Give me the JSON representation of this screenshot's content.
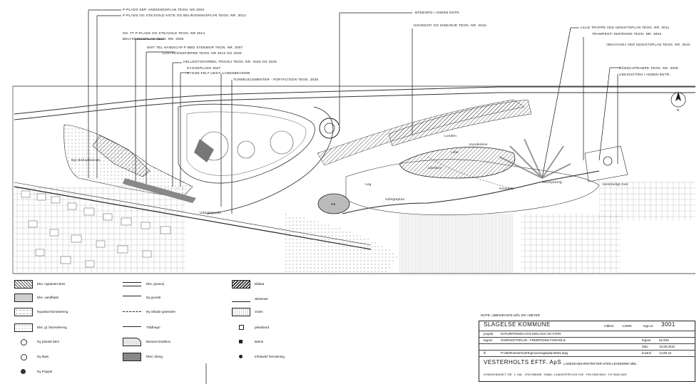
{
  "annotations": {
    "a1": "P-PLADS SEP. ANDNINGSPLAN TEGN. NR 3004",
    "a2": "P-PLADS OG STEJVOLD KOTE OG BELÆGNINGSPLAN TEGN. NR. 3012",
    "a3": "SN. TT P-PLADS OG STEJVOLD TEGN. NR 3014",
    "a4": "BELYSNINGSPLAN TEGN. NR. 3005",
    "a5": "SNIT TEL HANDICAP-P MED STENMUR TEGN. NR. 3007",
    "a6": "LASTVOGNSPÆRRE TEGN. NR 3012 OG 3030",
    "a7": "HELLESTISFORBEL TRSVEJ TEGN. NR. 3026 OG 3026",
    "a8": "SYGOEPLADS SNIT",
    "a9": "SYGOE-FELT UDST. LANDSBEVINNE",
    "a10": "TUNNELELEMENTER - PORTALTEGN TEGN. 3035",
    "a11": "BÅDESRO I ANDEN ENTR.",
    "a12": "HOVEDSTI OG SIDEVEJE TEGN. NR. 3015",
    "a13": "LILLE TRAPPE VED UDSIGTSPLAN TEGN. NR. 3011",
    "a14": "TRAMPESTI SKRÅNING TEGN. NR. 3003",
    "a15": "INNAYHVEJ VED UDSIGTSPLAN TEGN. NR. 3010",
    "a16": "HÅNDCAPRAMPE TEGN. NR. 3008",
    "a17": "UDKIGSTÅRN I ANDEN ENTR."
  },
  "plan_labels": {
    "p1": "Nyt Beboelsesom.",
    "p2": "Udsigtspunkt",
    "p3": "Sø",
    "p4": "Leg",
    "p5": "Hovedsti",
    "p6": "Udsigtsplan",
    "p7": "Hundeskov",
    "p8": "Lillie",
    "p9": "Løvskov",
    "p10": "Skovlysning",
    "p11": "Lunden",
    "p12": "Hemmeligt Hus",
    "p13": "N"
  },
  "legend": [
    {
      "label": "Eks. nyplantet skov"
    },
    {
      "label": "Eks. vandflade"
    },
    {
      "label": "Nyudsat blomstereng"
    },
    {
      "label": "Eks. gl. blomstereng"
    },
    {
      "label": "Ny plantet bøm"
    },
    {
      "label": "Ny Bøm"
    },
    {
      "label": "Ny Poppel"
    },
    {
      "label": "Eks. grusvej"
    },
    {
      "label": "Ny grussti"
    },
    {
      "label": "Ny afsatte græsstier"
    },
    {
      "label": "Trådhegn"
    },
    {
      "label": "Bevaret kratskov"
    },
    {
      "label": "Eksl. dreng"
    },
    {
      "label": "Bådsø"
    },
    {
      "label": "Skrænter"
    },
    {
      "label": "Græs"
    },
    {
      "label": "pleasbord"
    },
    {
      "label": "Bænk"
    },
    {
      "label": "Infotavle/ henvisning"
    }
  ],
  "title_block": {
    "note": "NOTE: UBENÆVNTE MÅL ER I METER",
    "client": "SLAGELSE KOMMUNE",
    "scale_label": "målest.",
    "scale": "1:2000",
    "drawing_no_label": "tegn.nr.",
    "drawing_no": "3001",
    "project_label": "projekt",
    "project": "NATURPARKEN AGS INDLAGS OG KTER",
    "title_label": "tegnet",
    "title": "OVERSIGTSPLAN - FREMTIDIGE FORHOLD",
    "drawn_label": "tegnet",
    "drawn": "KL/GM",
    "date_label": "dato",
    "date": "15.09.2010",
    "checked_label": "kontrol",
    "checked": "14.09.10",
    "file_label": "fil",
    "file": "P:\\3000\\Vesterholt\\Tegn\\oversigtsplan\\3001.dwg",
    "firm": "VESTERHOLTS EFTF. ApS",
    "firm_desc": "LANDSKABSARKITEKTER-STEN LEHNSDRE MDL",
    "address": "KONGEVÆNGET 72B · 1. SAL · 3700 RØNNE · EMAIL: LK@VESTER-HOLT.DK · FAX 5626 0604 · TLF 5626 1600"
  }
}
